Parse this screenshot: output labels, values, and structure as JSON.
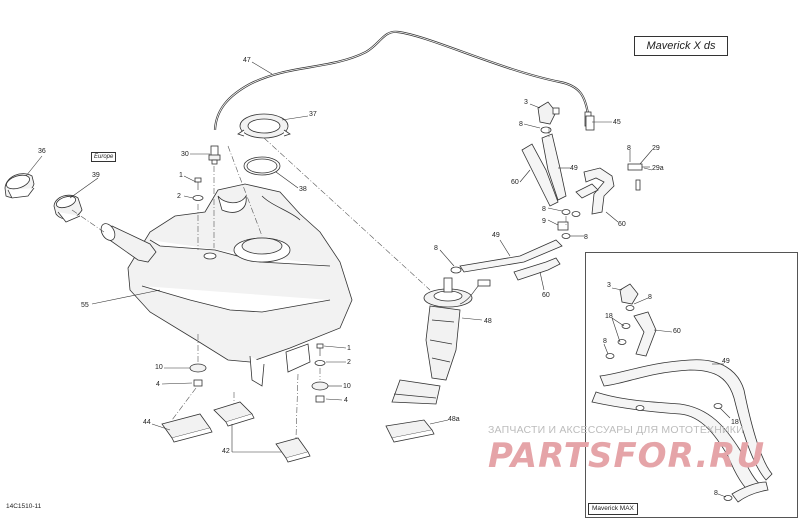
{
  "title": "Maverick X ds",
  "variant_label": "Maverick MAX",
  "region_tag": "Europe",
  "diagram_code": "14C1510-11",
  "watermark": {
    "top_text": "ЗАПЧАСТИ И АКСЕССУАРЫ ДЛЯ МОТОТЕХНИКИ",
    "logo_text": "PARTSFOR.RU"
  },
  "callouts": {
    "c36": "36",
    "c39": "39",
    "c1a": "1",
    "c2a": "2",
    "c30": "30",
    "c37": "37",
    "c38": "38",
    "c47": "47",
    "c55": "55",
    "c10a": "10",
    "c4a": "4",
    "c44": "44",
    "c42": "42",
    "c1b": "1",
    "c2b": "2",
    "c10b": "10",
    "c4b": "4",
    "c48": "48",
    "c48a": "48a",
    "c3": "3",
    "c8a": "8",
    "c45": "45",
    "c49a": "49",
    "c60a": "60",
    "c8b": "8",
    "c29": "29",
    "c29a": "29a",
    "c8c": "8",
    "c60b": "60",
    "c9": "9",
    "c8d": "8",
    "c8e": "8",
    "c49b": "49",
    "c60c": "60",
    "c3m": "3",
    "c8m1": "8",
    "c18a": "18",
    "c60m": "60",
    "c8m2": "8",
    "c49m": "49",
    "c18b": "18",
    "c8m3": "8"
  }
}
